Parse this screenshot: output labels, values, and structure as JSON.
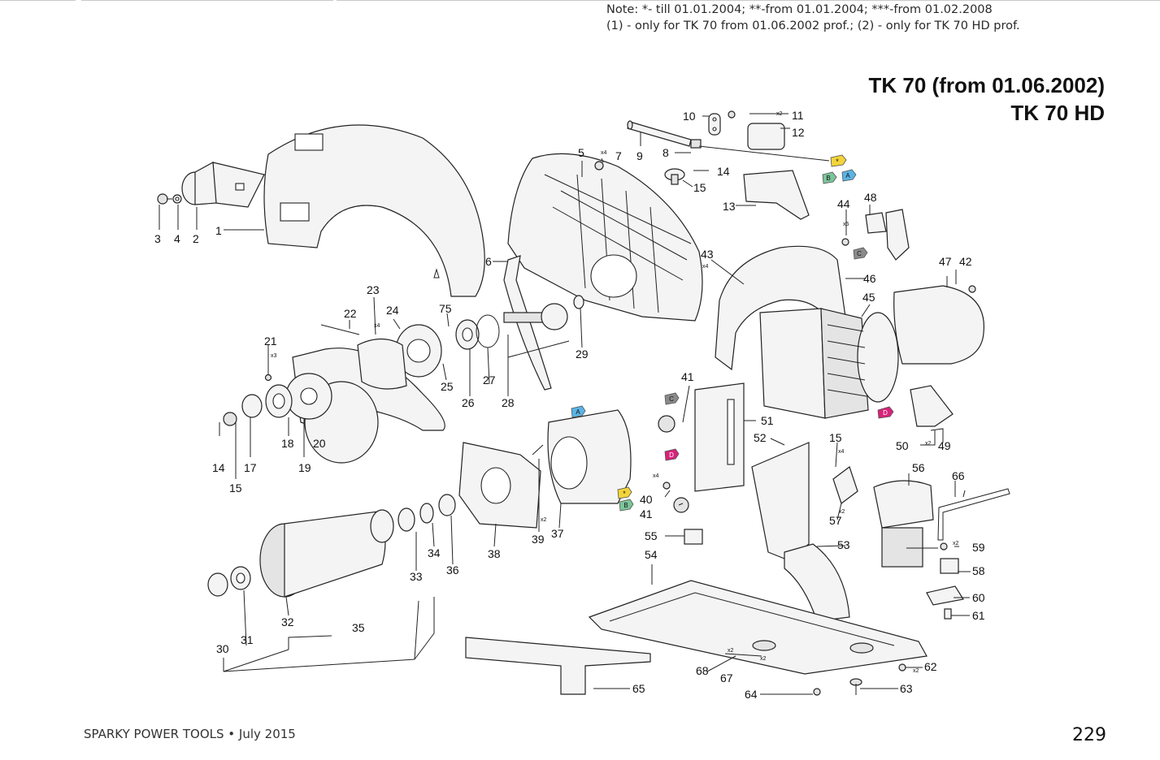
{
  "note": {
    "line1": "Note: *- till 01.01.2004; **-from 01.01.2004; ***-from 01.02.2008",
    "line2": "(1) - only for TK 70 from 01.06.2002 prof.; (2) - only for TK 70 HD prof."
  },
  "title": {
    "line1": "TK 70 (from 01.06.2002)",
    "line2": "TK 70 HD"
  },
  "footer": {
    "brand": "SPARKY POWER TOOLS • July 2015",
    "page": "229"
  },
  "colors": {
    "tag_yellow": "#f2d43a",
    "tag_blue": "#5ab4e6",
    "tag_green": "#7cc49a",
    "tag_gray": "#8a8a8a",
    "tag_magenta": "#d6237a"
  },
  "tags": {
    "star": "*",
    "a": "A",
    "b": "B",
    "c": "C",
    "d": "D"
  },
  "qty": {
    "x2": "x2",
    "x3": "x3",
    "x4": "x4",
    "x5": "x5"
  },
  "labels": {
    "p1": "1",
    "p2": "2",
    "p3": "3",
    "p4": "4",
    "p5": "5",
    "p6": "6",
    "p7": "7",
    "p8": "8",
    "p9": "9",
    "p10": "10",
    "p11": "11",
    "p12": "12",
    "p13": "13",
    "p14": "14",
    "p15": "15",
    "p17": "17",
    "p18": "18",
    "p19": "19",
    "p20": "20",
    "p21": "21",
    "p22": "22",
    "p23": "23",
    "p24": "24",
    "p25": "25",
    "p26": "26",
    "p27": "27",
    "p28": "28",
    "p29": "29",
    "p30": "30",
    "p31": "31",
    "p32": "32",
    "p33": "33",
    "p34": "34",
    "p35": "35",
    "p36": "36",
    "p37": "37",
    "p38": "38",
    "p39": "39",
    "p40": "40",
    "p41": "41",
    "p42": "42",
    "p43": "43",
    "p44": "44",
    "p45": "45",
    "p46": "46",
    "p47": "47",
    "p48": "48",
    "p49": "49",
    "p50": "50",
    "p51": "51",
    "p52": "52",
    "p53": "53",
    "p54": "54",
    "p55": "55",
    "p56": "56",
    "p57": "57",
    "p58": "58",
    "p59": "59",
    "p60": "60",
    "p61": "61",
    "p62": "62",
    "p63": "63",
    "p64": "64",
    "p65": "65",
    "p66": "66",
    "p67": "67",
    "p68": "68",
    "p75": "75"
  }
}
